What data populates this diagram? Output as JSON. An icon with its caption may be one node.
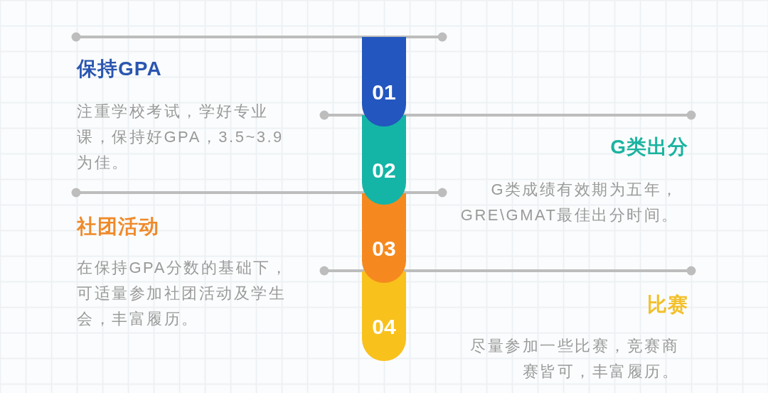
{
  "diagram": {
    "nodes": [
      {
        "text": [
          "01"
        ],
        "beside": [
          "保持GPA",
          "注重学校考试，学好专业课，保持好GPA，3.5~3.9为佳。"
        ]
      },
      {
        "text": [
          "02"
        ],
        "beside": [
          "G类出分",
          "G类成绩有效期为五年，GRE\\GMAT最佳出分时间。"
        ]
      },
      {
        "text": [
          "03"
        ],
        "beside": [
          "社团活动",
          "在保持GPA分数的基础下，可适量参加社团活动及学生会，丰富履历。"
        ]
      },
      {
        "text": [
          "04"
        ],
        "beside": [
          "比赛",
          "尽量参加一些比赛，竞赛商赛皆可，丰富履历。"
        ]
      }
    ],
    "edges": []
  }
}
